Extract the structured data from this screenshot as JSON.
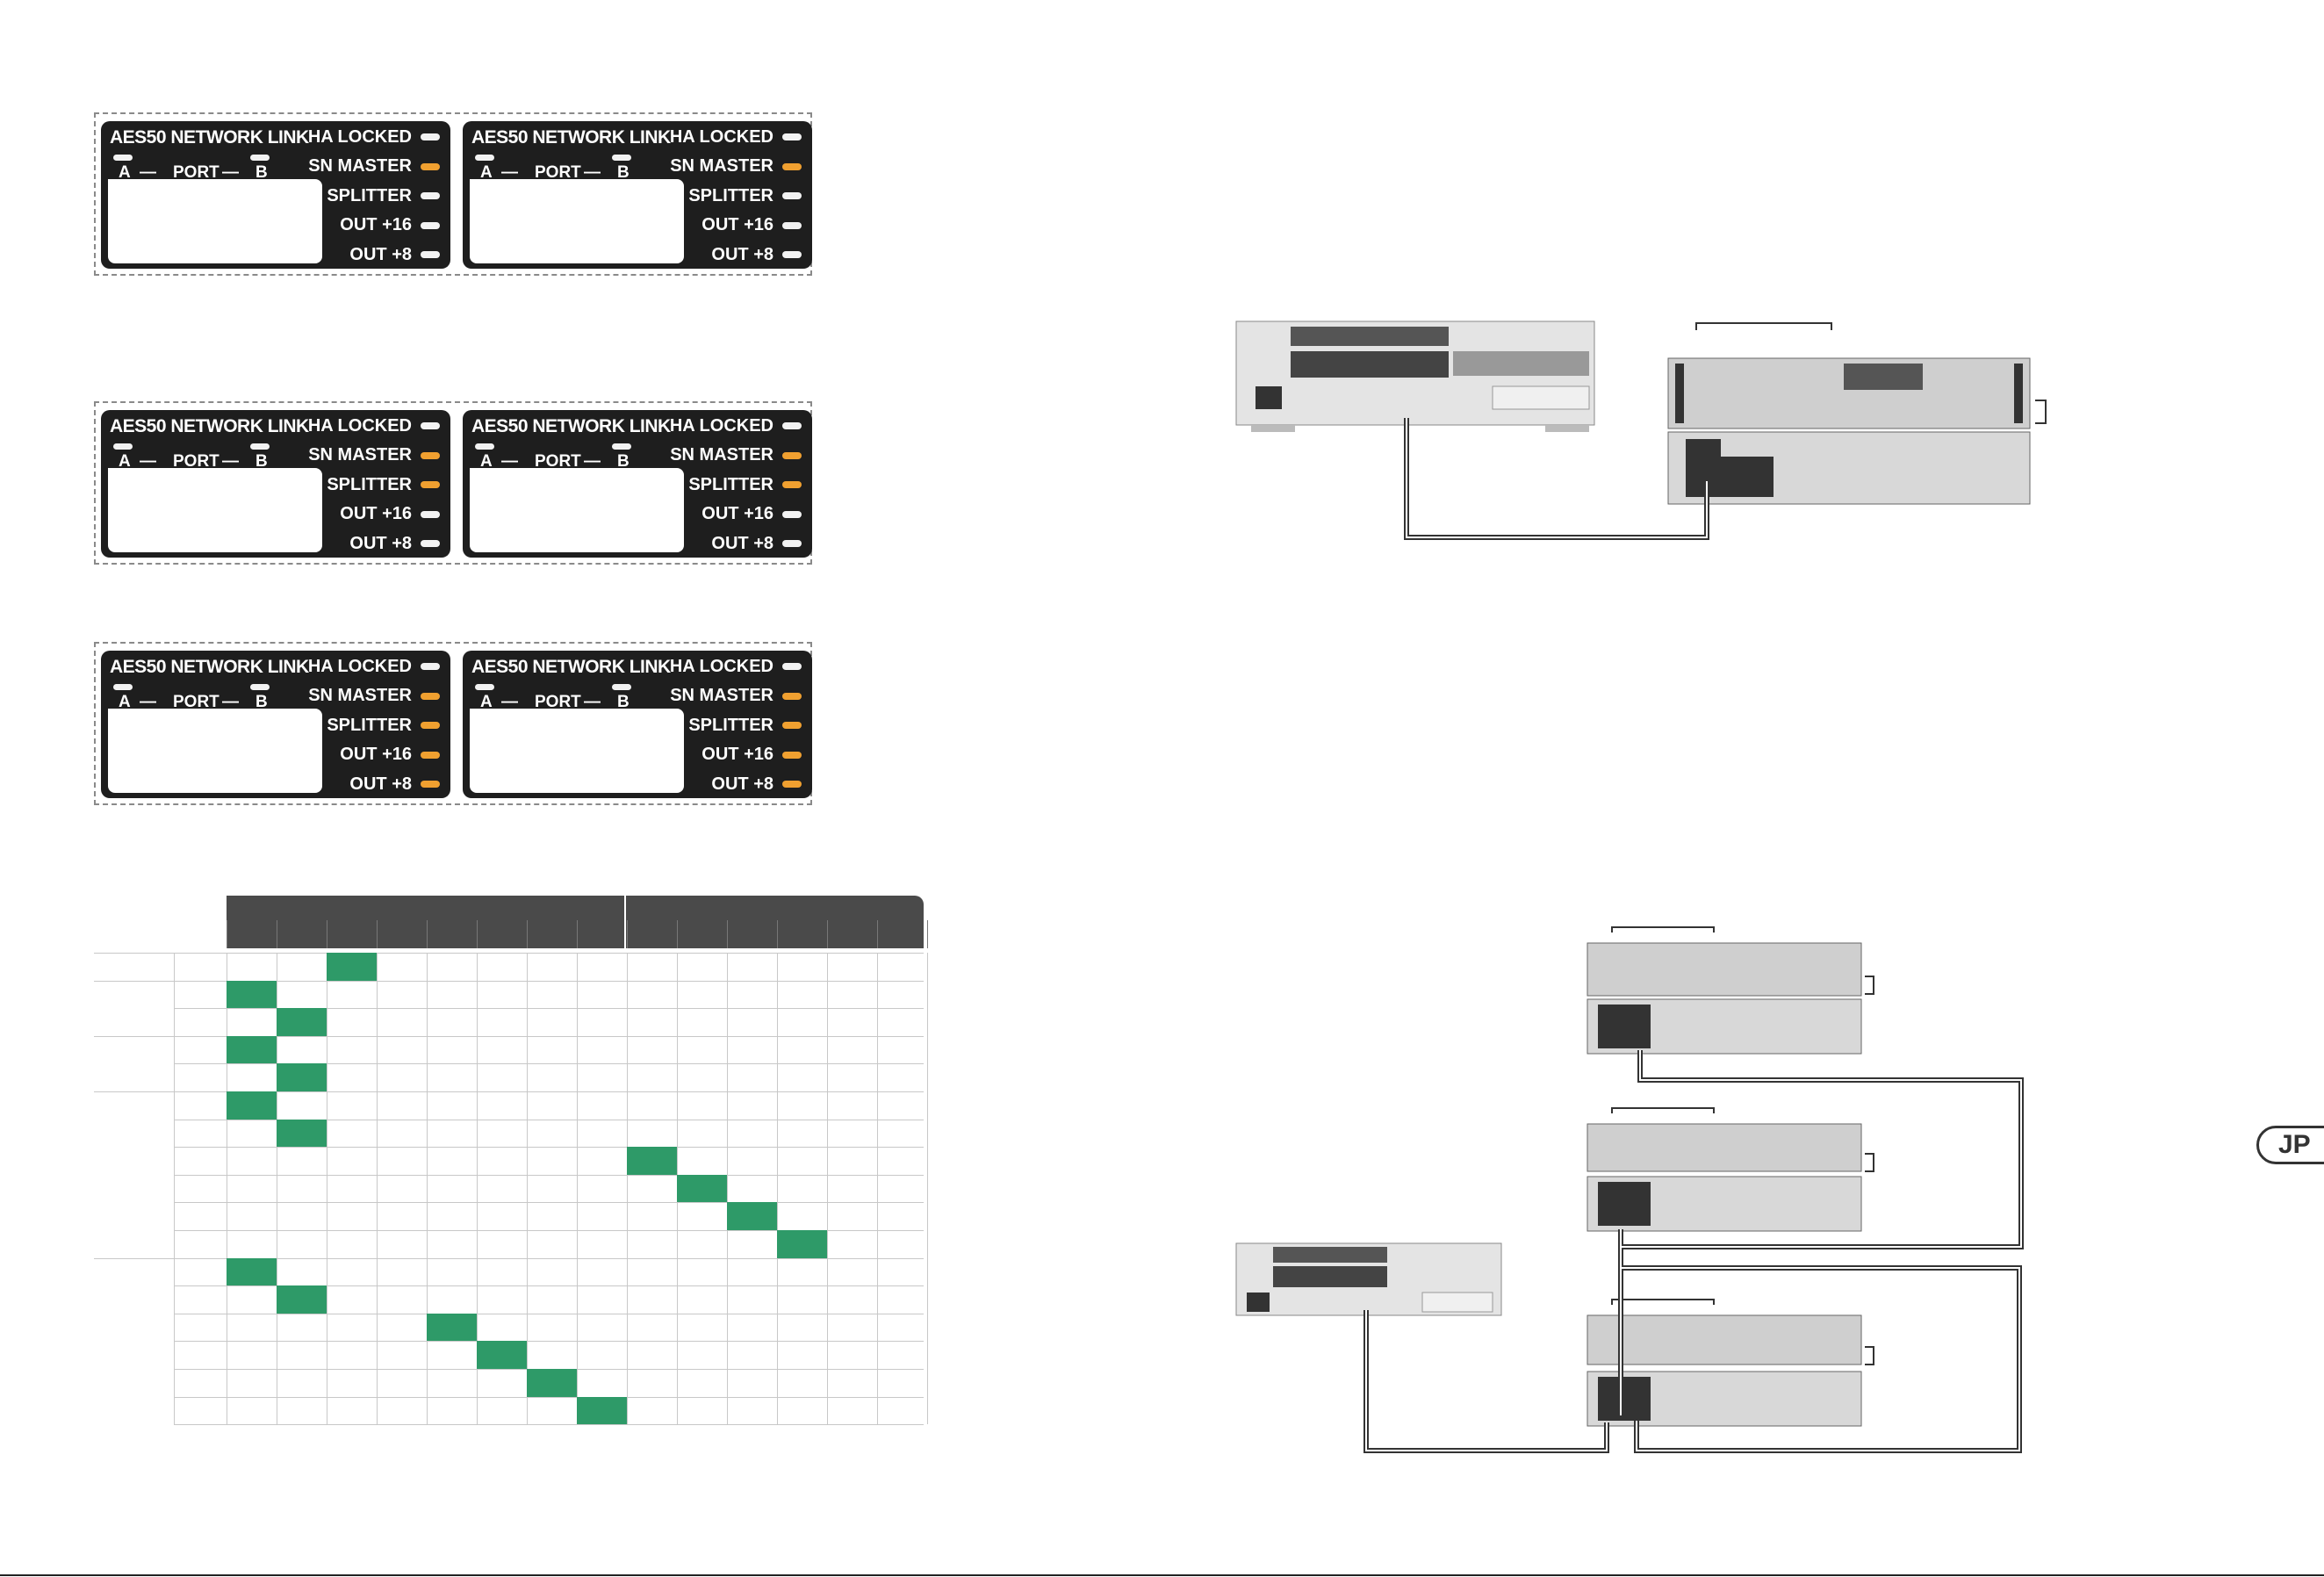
{
  "panel_labels": {
    "title": "AES50 NETWORK LINK",
    "port_a": "A",
    "port": "PORT",
    "port_b": "B",
    "ha_locked": "HA LOCKED",
    "sn_master": "SN MASTER",
    "splitter": "SPLITTER",
    "out16": "OUT +16",
    "out8": "OUT +8"
  },
  "led_groups": [
    {
      "left": {
        "ha": false,
        "sn": true,
        "split": false,
        "o16": false,
        "o8": false
      },
      "right": {
        "ha": false,
        "sn": true,
        "split": false,
        "o16": false,
        "o8": false
      }
    },
    {
      "left": {
        "ha": false,
        "sn": true,
        "split": true,
        "o16": false,
        "o8": false
      },
      "right": {
        "ha": false,
        "sn": true,
        "split": true,
        "o16": false,
        "o8": false
      }
    },
    {
      "left": {
        "ha": false,
        "sn": true,
        "split": true,
        "o16": true,
        "o8": true
      },
      "right": {
        "ha": false,
        "sn": true,
        "split": true,
        "o16": true,
        "o8": true
      }
    }
  ],
  "matrix": {
    "columns": 14,
    "rows": 17,
    "on_cells": [
      [
        0,
        2
      ],
      [
        1,
        0
      ],
      [
        2,
        1
      ],
      [
        3,
        0
      ],
      [
        4,
        1
      ],
      [
        5,
        0
      ],
      [
        6,
        1
      ],
      [
        7,
        8
      ],
      [
        8,
        9
      ],
      [
        9,
        10
      ],
      [
        10,
        11
      ],
      [
        11,
        0
      ],
      [
        12,
        1
      ],
      [
        13,
        4
      ],
      [
        14,
        5
      ],
      [
        15,
        6
      ],
      [
        16,
        7
      ]
    ]
  },
  "language_badge": "JP",
  "colors": {
    "accent": "#2e9a68",
    "led_on": "#f0a030",
    "panel": "#1e1e1e"
  }
}
